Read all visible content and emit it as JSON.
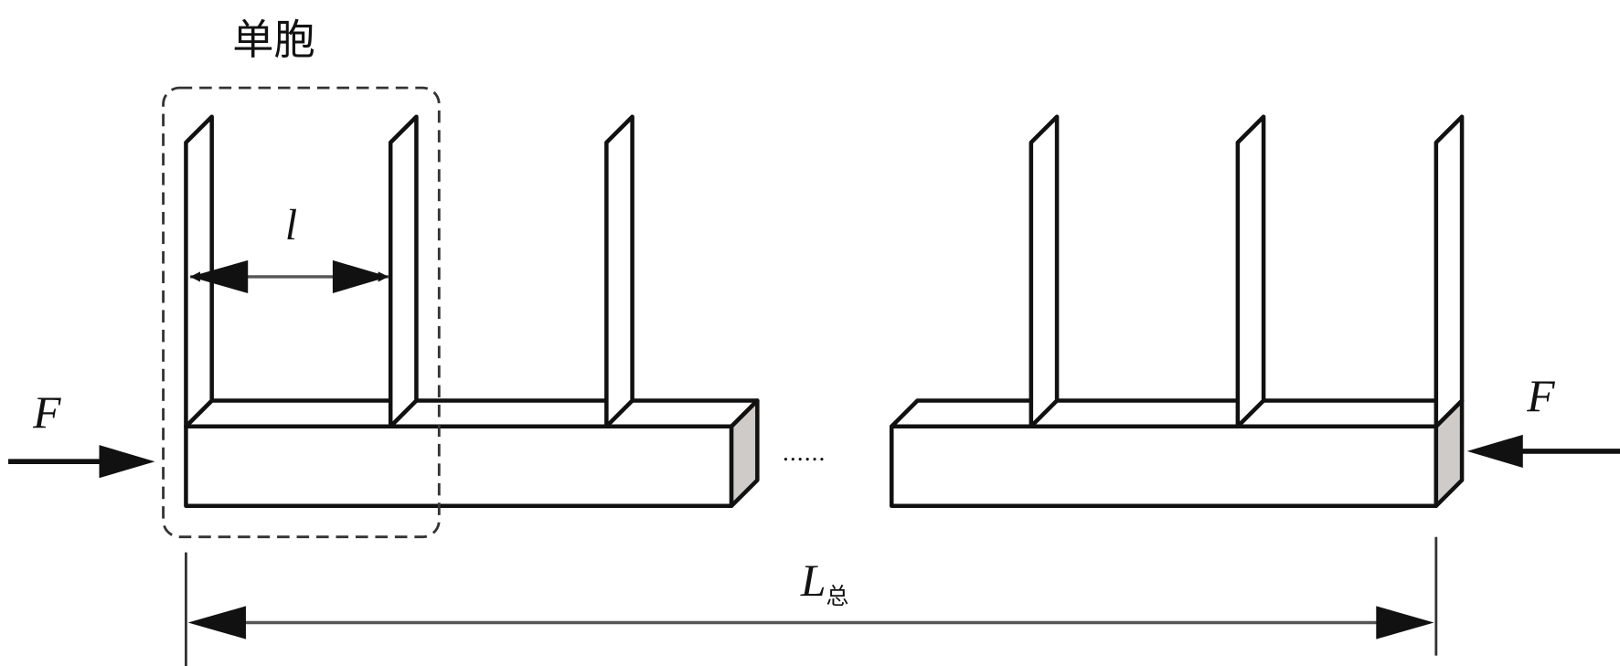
{
  "title": "单胞",
  "spacing_label": "l",
  "force_label_left": "F",
  "force_label_right": "F",
  "ellipsis": "......",
  "total_length_label": "L",
  "total_length_subscript": "总",
  "colors": {
    "stroke": "#111111",
    "side_face": "#cfcbc8",
    "dim_line": "#555555"
  }
}
